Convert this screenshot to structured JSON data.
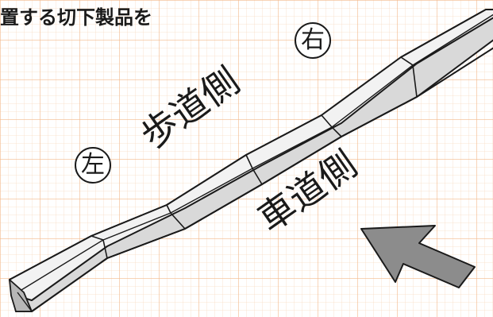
{
  "heading": "置する切下製品を",
  "labels": {
    "right": "右",
    "left": "左",
    "sidewalk_side": "歩道側",
    "road_side": "車道側"
  },
  "colors": {
    "grid": "#f6c9a3",
    "curb_top": "#f2f2f2",
    "curb_front": "#d9d9d9",
    "curb_end": "#b7b7b7",
    "arrow_fill": "#8c8c8c",
    "outline": "#1a1a1a"
  },
  "icons": {
    "arrow": "arrow-up-left-icon"
  }
}
